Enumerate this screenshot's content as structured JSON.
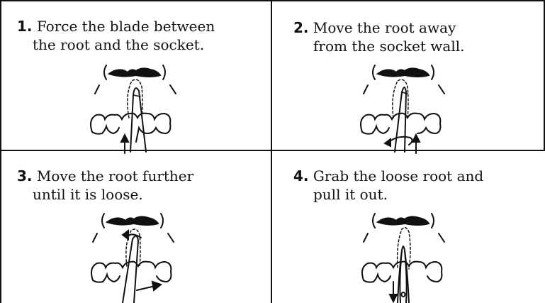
{
  "panels": [
    {
      "number": "1.",
      "line1": "Force the blade between",
      "line2": "the root and the socket.",
      "icon": "tooth-root-blade-insert-icon"
    },
    {
      "number": "2.",
      "line1": "Move the root away",
      "line2": "from the socket wall.",
      "icon": "tooth-root-lever-icon"
    },
    {
      "number": "3.",
      "line1": "Move the root further",
      "line2": "until it is loose.",
      "icon": "tooth-root-loosen-icon"
    },
    {
      "number": "4.",
      "line1": "Grab the loose root and",
      "line2": "pull it out.",
      "icon": "tooth-root-extract-icon"
    }
  ],
  "colors": {
    "line": "#111111",
    "background": "#ffffff"
  }
}
